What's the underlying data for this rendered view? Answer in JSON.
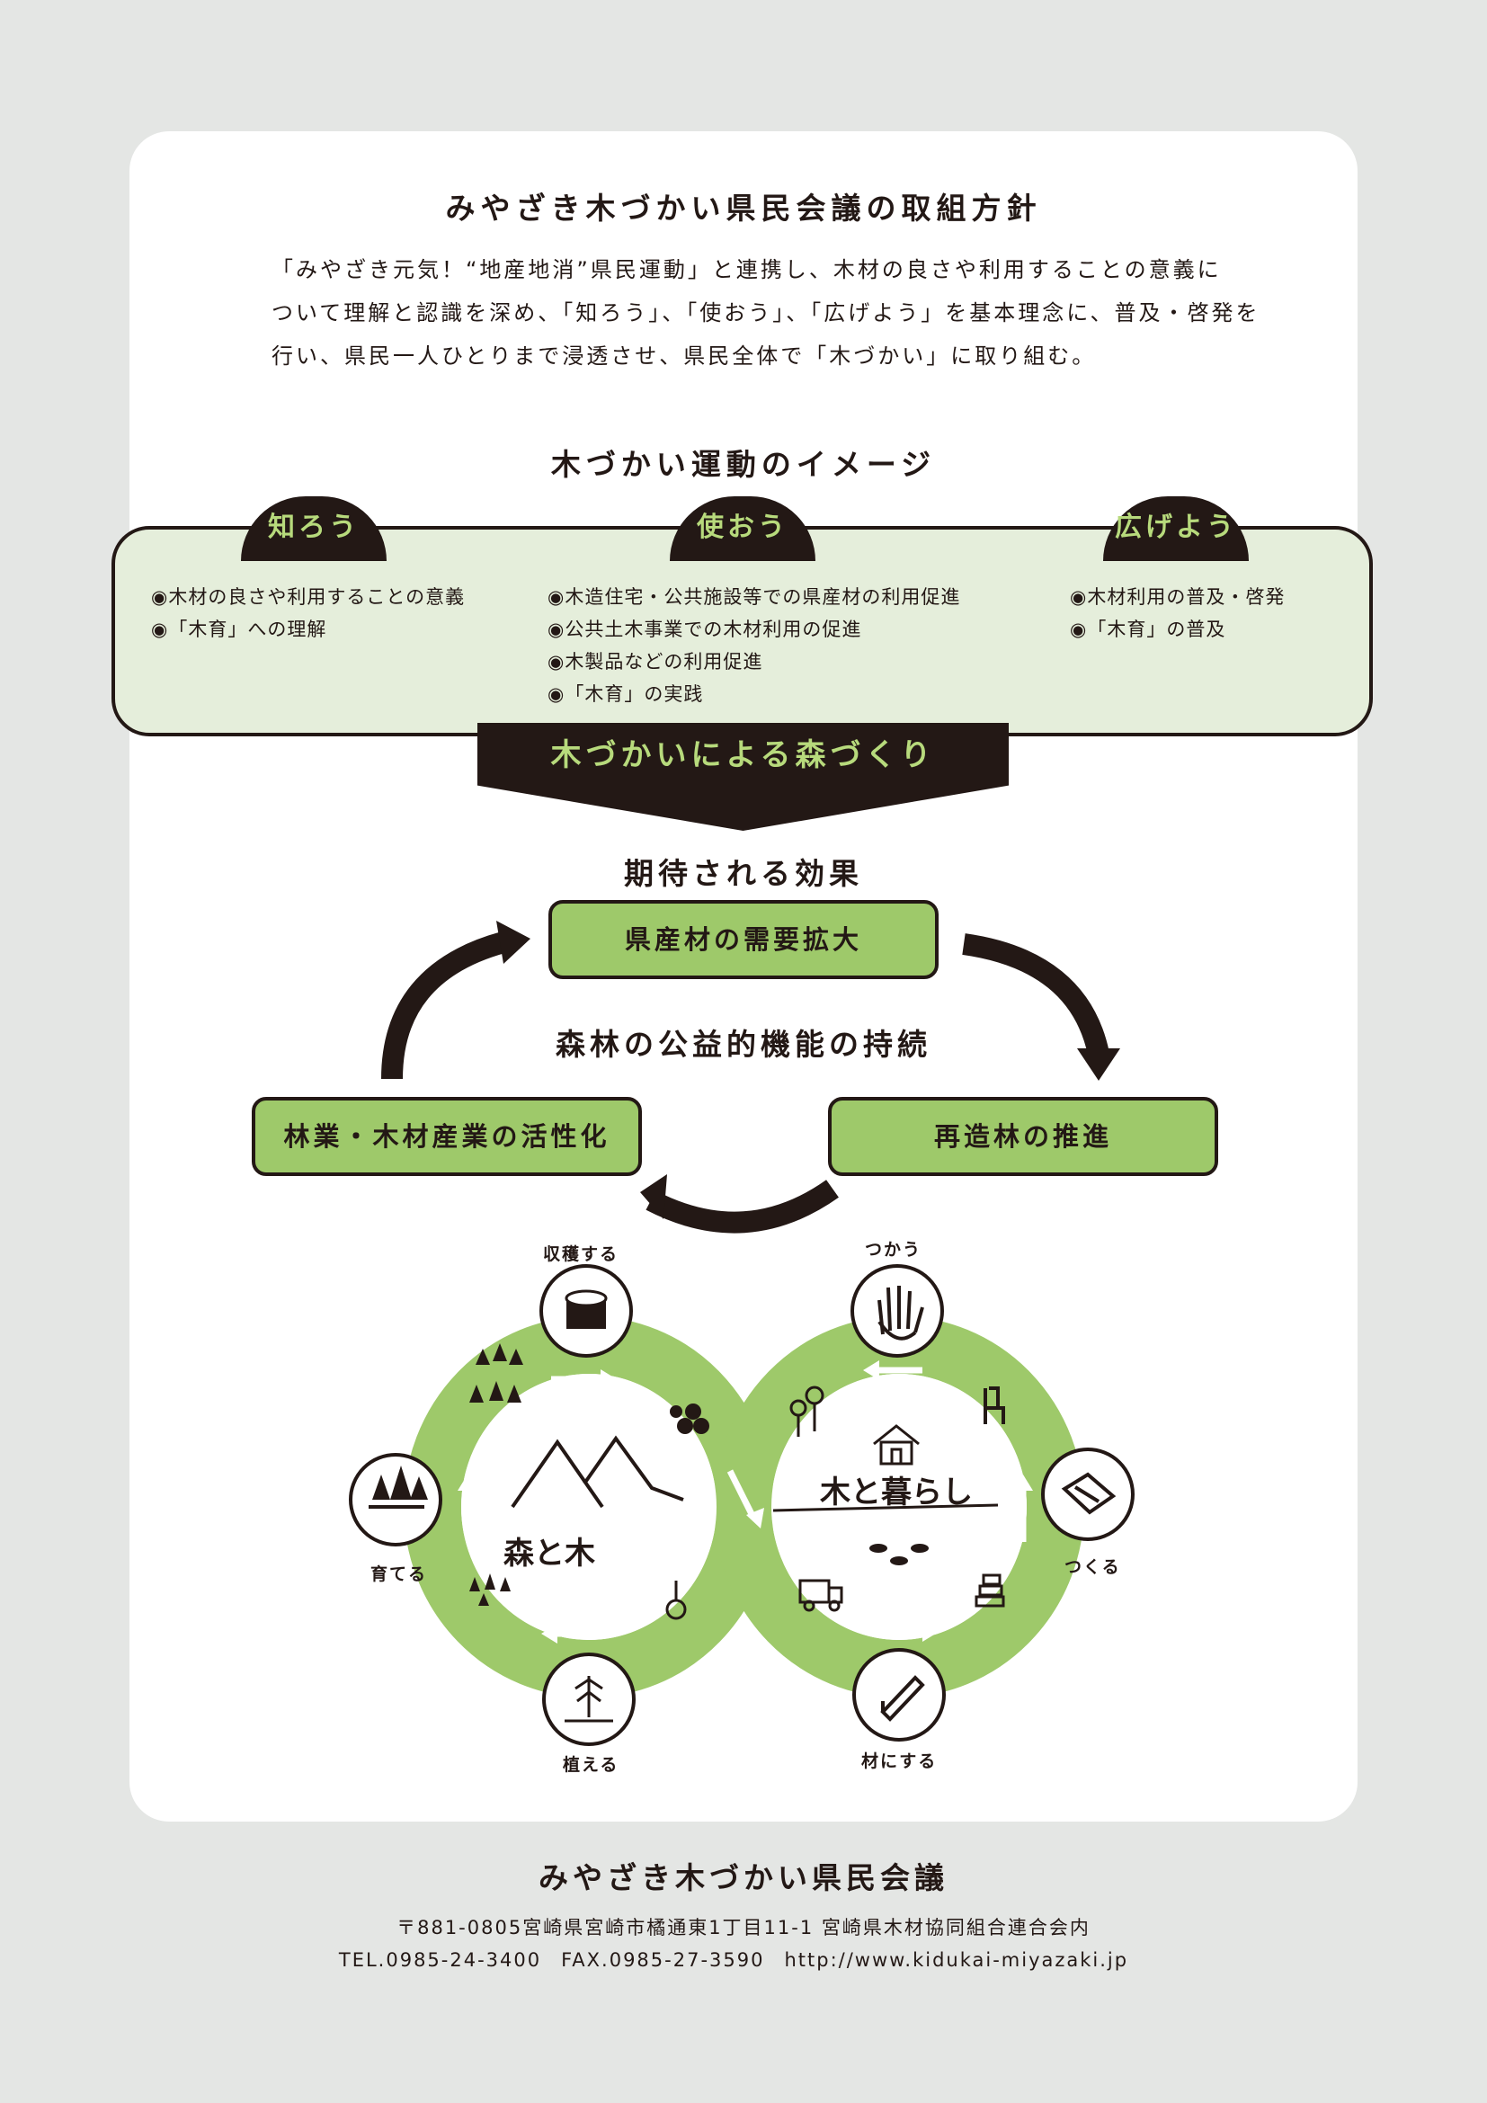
{
  "policy": {
    "title": "みやざき木づかい県民会議の取組方針",
    "lines": [
      "「みやざき元気！“地産地消”県民運動」と連携し、木材の良さや利用することの意義に",
      "ついて理解と認識を深め、「知ろう」、「使おう」、「広げよう」を基本理念に、普及・啓発を",
      "行い、県民一人ひとりまで浸透させ、県民全体で「木づかい」に取り組む。"
    ]
  },
  "movement": {
    "title": "木づかい運動のイメージ",
    "columns": [
      {
        "label": "知ろう",
        "items": [
          "◉木材の良さや利用することの意義",
          "◉「木育」への理解"
        ]
      },
      {
        "label": "使おう",
        "items": [
          "◉木造住宅・公共施設等での県産材の利用促進",
          "◉公共土木事業での木材利用の促進",
          "◉木製品などの利用促進",
          "◉「木育」の実践"
        ]
      },
      {
        "label": "広げよう",
        "items": [
          "◉木材利用の普及・啓発",
          "◉「木育」の普及"
        ]
      }
    ],
    "banner": "木づかいによる森づくり"
  },
  "effects": {
    "title": "期待される効果",
    "center": "森林の公益的機能の持続",
    "top": "県産材の需要拡大",
    "right": "再造林の推進",
    "left": "林業・木材産業の活性化"
  },
  "cycle": {
    "left_center": "森と木",
    "right_center": "木と暮らし",
    "steps": {
      "harvest": "収穫する",
      "use": "つかう",
      "make": "つくる",
      "lumber": "材にする",
      "plant": "植える",
      "grow": "育てる"
    }
  },
  "footer": {
    "org": "みやざき木づかい県民会議",
    "address": "〒881-0805宮崎県宮崎市橘通東1丁目11-1 宮崎県木材協同組合連合会内",
    "tel": "TEL.0985-24-3400",
    "fax": "FAX.0985-27-3590",
    "url": "http://www.kidukai-miyazaki.jp"
  },
  "colors": {
    "green": "#9ec96a",
    "light_green": "#e5eedb",
    "dark": "#231815",
    "accent_text": "#b7da7c"
  }
}
